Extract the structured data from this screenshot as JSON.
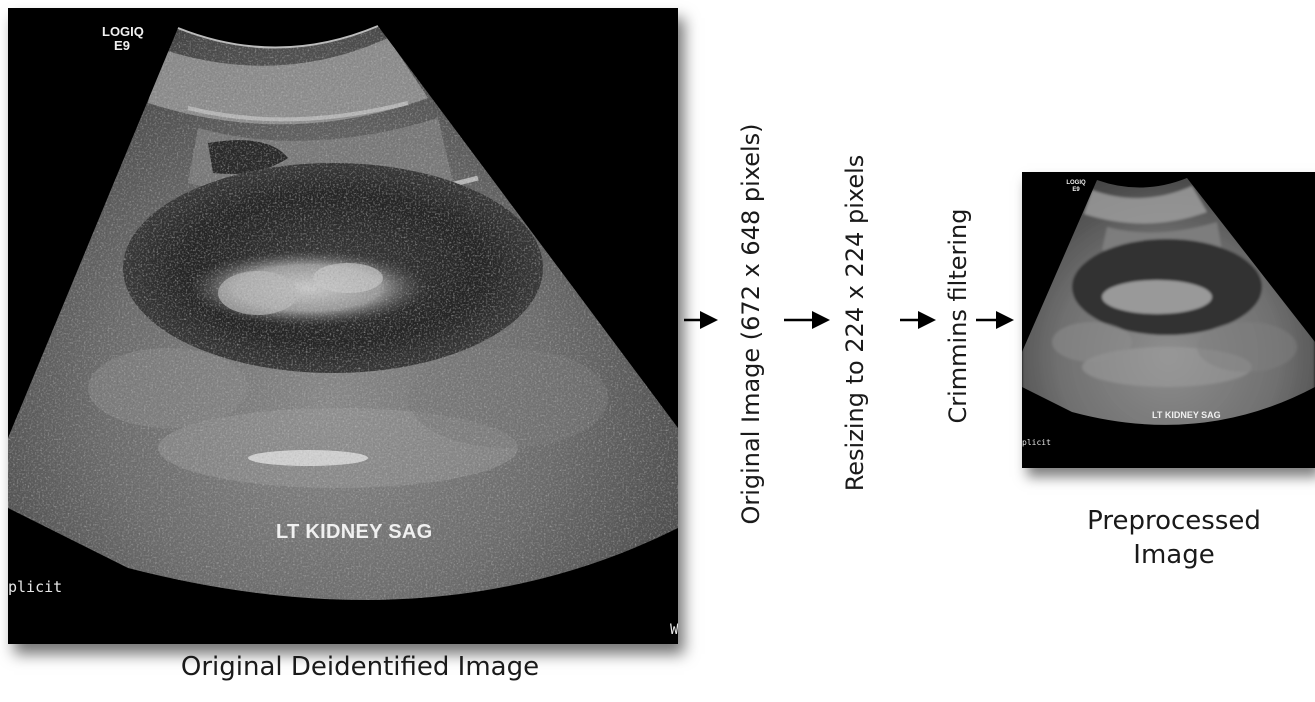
{
  "original_image": {
    "logo_line1": "LOGIQ",
    "logo_line2": "E9",
    "scan_label": "LT KIDNEY SAG",
    "left_edge_text": "plicit",
    "corner_text": "W",
    "caption": "Original Deidentified Image"
  },
  "pipeline": {
    "steps": [
      "Original Image (672 x 648 pixels)",
      "Resizing to 224 x 224 pixels",
      "Crimmins filtering"
    ]
  },
  "preprocessed_image": {
    "logo_line1": "LOGIQ",
    "logo_line2": "E9",
    "scan_label": "LT KIDNEY SAG",
    "left_edge_text": "plicit",
    "caption_line1": "Preprocessed",
    "caption_line2": "Image"
  },
  "colors": {
    "background": "#ffffff",
    "image_background": "#000000",
    "text": "#1a1a1a"
  }
}
